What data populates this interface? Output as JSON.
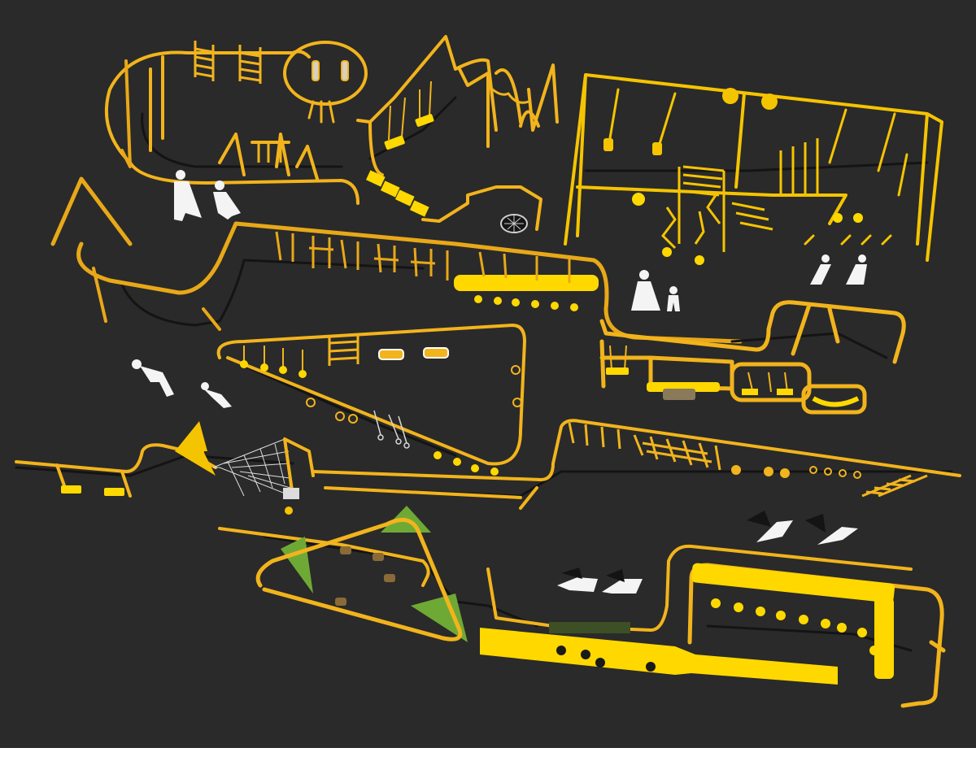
{
  "scene": {
    "colors": {
      "background": "#2a2a2a",
      "bottom_band": "#ffffff",
      "frame": "#f2b41c",
      "frame_light": "#f5c400",
      "seat": "#ffd800",
      "shadow": "#141414",
      "figure": "#f4f4f4",
      "grass": "#6fa935",
      "pad": "#ffe100"
    },
    "zones": [
      {
        "id": "oval-ladders",
        "contents": [
          "ring-track-icon",
          "climbing-ladder-icon",
          "hanging-ring-icon"
        ]
      },
      {
        "id": "swing-arches",
        "contents": [
          "swing-seat-icon",
          "step-block-icon",
          "trampoline-icon"
        ]
      },
      {
        "id": "gym-frame",
        "contents": [
          "monkey-bars-icon",
          "climbing-wall-icon",
          "hanging-ring-icon"
        ]
      },
      {
        "id": "winding-track",
        "contents": [
          "pull-up-bar-icon",
          "hanging-ring-icon"
        ]
      },
      {
        "id": "triangle-circuit",
        "contents": [
          "exercise-bike-icon",
          "punch-bag-icon",
          "ladder-icon"
        ]
      },
      {
        "id": "swing-loops",
        "contents": [
          "swing-seat-icon",
          "tunnel-icon"
        ]
      },
      {
        "id": "net-climb",
        "contents": [
          "climbing-net-icon",
          "spinner-icon"
        ]
      },
      {
        "id": "long-rail",
        "contents": [
          "monkey-bars-icon",
          "hanging-ring-icon",
          "ladder-icon"
        ]
      },
      {
        "id": "grass-triangle",
        "contents": [
          "grass-pad-icon",
          "stepping-stone-icon"
        ]
      },
      {
        "id": "yellow-platform",
        "contents": [
          "platform-icon",
          "round-pad-icon"
        ]
      }
    ],
    "figures": [
      "person-pair-icon",
      "parent-child-icon",
      "couple-walking-icon",
      "runner-icon",
      "runner-icon",
      "sprinter-icon",
      "sprinter-icon",
      "crawler-icon",
      "crawler-icon"
    ]
  }
}
